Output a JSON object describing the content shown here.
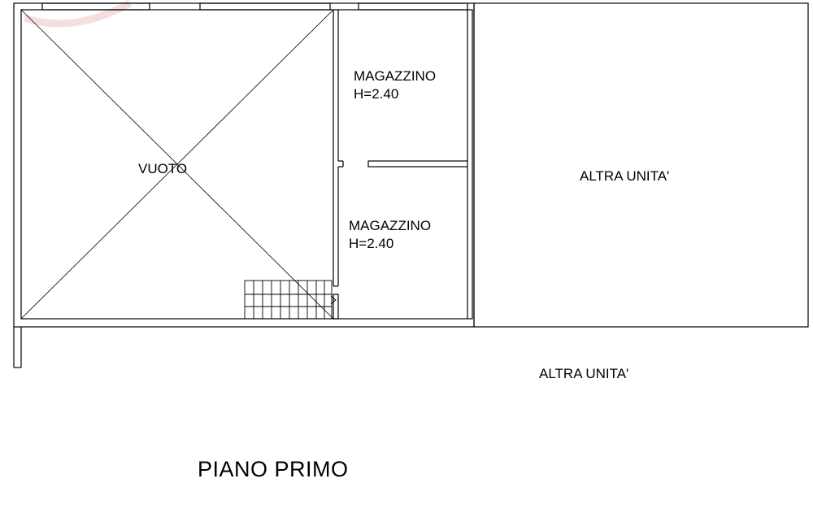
{
  "plan": {
    "title": "PIANO PRIMO",
    "void": {
      "label": "VUOTO"
    },
    "storage_top": {
      "name": "MAGAZZINO",
      "height": "H=2.40"
    },
    "storage_bottom": {
      "name": "MAGAZZINO",
      "height": "H=2.40"
    },
    "other_unit_right": {
      "label": "ALTRA UNITA'"
    },
    "other_unit_below": {
      "label": "ALTRA UNITA'"
    },
    "colors": {
      "line": "#000000",
      "background": "#ffffff",
      "watermark": "#f6dede"
    }
  }
}
